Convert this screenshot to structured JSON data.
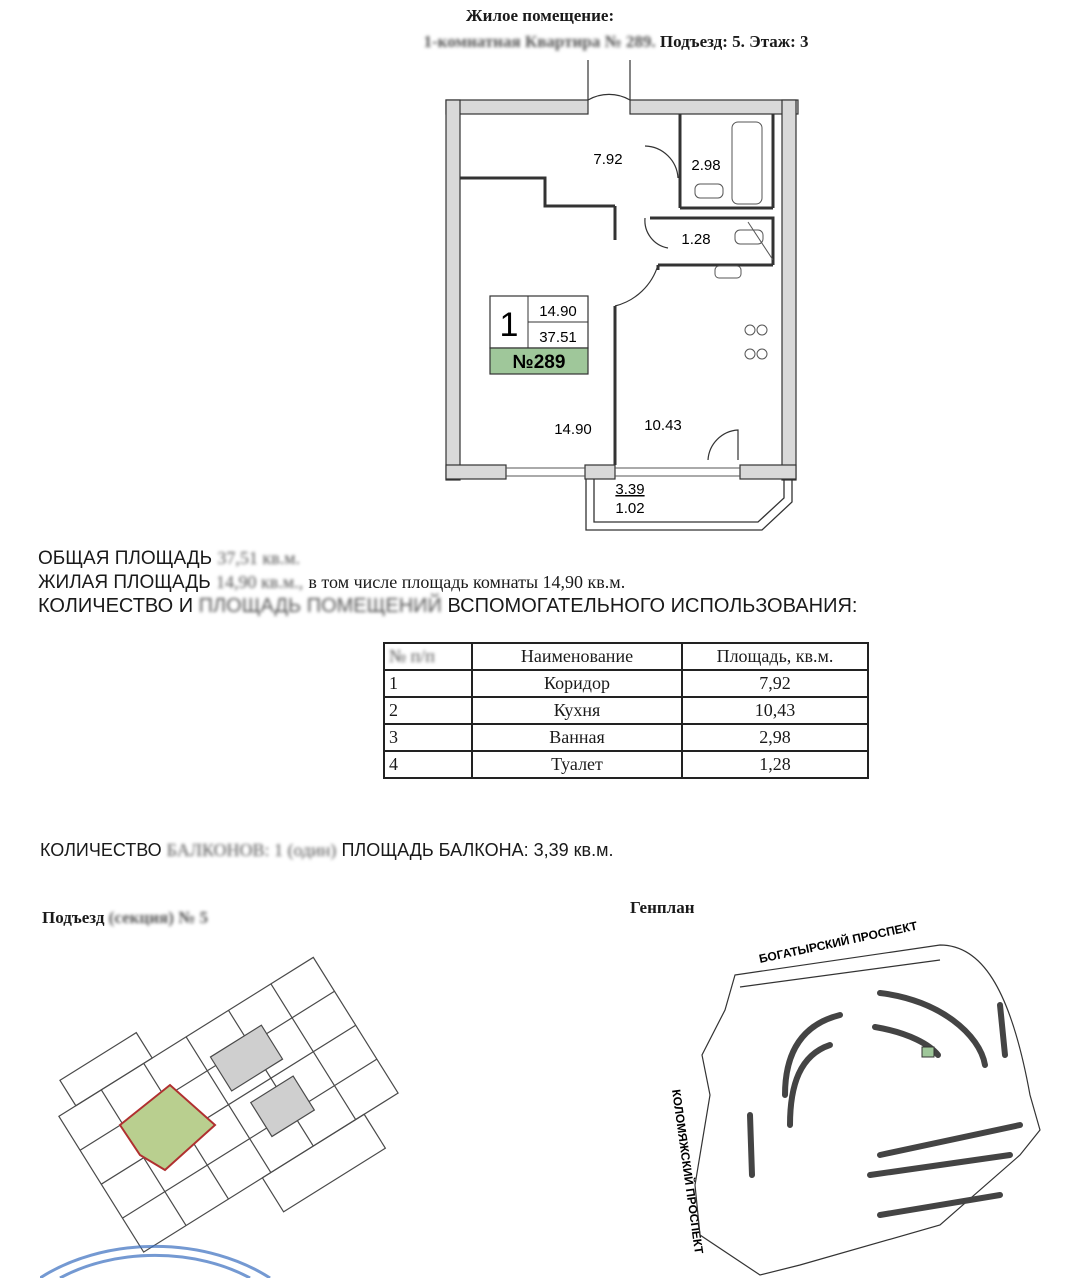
{
  "header": {
    "line1": "Жилое помещение:",
    "line2_prefix": "1-комнатная Квартира № 289.",
    "line2_suffix": "Подъезд: 5. Этаж: 3"
  },
  "floorplan": {
    "rooms": {
      "corridor": "7.92",
      "bath": "2.98",
      "toilet": "1.28",
      "living": "14.90",
      "kitchen": "10.43",
      "balcony_area": "3.39",
      "balcony_coef": "1.02"
    },
    "badge": {
      "rooms_count": "1",
      "living_area": "14.90",
      "total_area": "37.51",
      "number": "№289"
    }
  },
  "summary": {
    "total_prefix": "ОБЩАЯ ПЛОЩАДЬ",
    "total_value": "37,51 кв.м.",
    "living_prefix": "ЖИЛАЯ ПЛОЩАДЬ",
    "living_value": "14,90 кв.м.,",
    "living_suffix": "в том числе площадь комнаты 14,90 кв.м.",
    "aux_title_a": "КОЛИЧЕСТВО И",
    "aux_title_b": "ПЛОЩАДЬ ПОМЕЩЕНИЙ",
    "aux_title_c": "ВСПОМОГАТЕЛЬНОГО ИСПОЛЬЗОВАНИЯ:"
  },
  "aux_table": {
    "headers": [
      "№ п/п",
      "Наименование",
      "Площадь, кв.м."
    ],
    "rows": [
      [
        "1",
        "Коридор",
        "7,92"
      ],
      [
        "2",
        "Кухня",
        "10,43"
      ],
      [
        "3",
        "Ванная",
        "2,98"
      ],
      [
        "4",
        "Туалет",
        "1,28"
      ]
    ]
  },
  "balcony": {
    "count_prefix": "КОЛИЧЕСТВО",
    "count_blur": "БАЛКОНОВ: 1 (один)",
    "area_text": "ПЛОЩАДЬ БАЛКОНА: 3,39 кв.м."
  },
  "section": {
    "label_prefix": "Подъезд",
    "label_blur": "(секция)",
    "label_suffix": "№ 5"
  },
  "genplan": {
    "title": "Генплан",
    "street_top": "БОГАТЫРСКИЙ ПРОСПЕКТ",
    "street_left": "КОЛОМЯЖСКИЙ ПРОСПЕКТ"
  },
  "colors": {
    "wall_fill": "#d9d9d9",
    "badge_green": "#9fc79a",
    "highlight_green": "#b9cf8f",
    "highlight_border": "#b03030",
    "stamp_blue": "#3a6fc0"
  }
}
